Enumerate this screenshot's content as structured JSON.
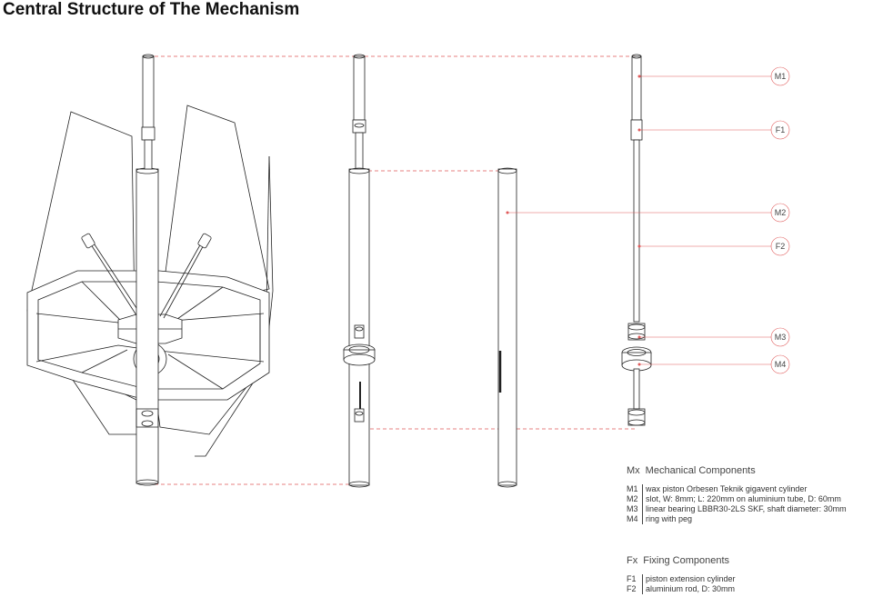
{
  "title": "Central Structure of The Mechanism",
  "callouts": [
    "M1",
    "F1",
    "M2",
    "F2",
    "M3",
    "M4"
  ],
  "colors": {
    "accent": "#e05a5a",
    "line": "#222222"
  },
  "mechanical": {
    "code": "Mx",
    "heading": "Mechanical Components",
    "items": [
      {
        "code": "M1",
        "desc": "wax piston Orbesen Teknik gigavent cylinder"
      },
      {
        "code": "M2",
        "desc": "slot, W: 8mm; L: 220mm on aluminium tube, D: 60mm"
      },
      {
        "code": "M3",
        "desc": "linear bearing LBBR30-2LS SKF, shaft diameter: 30mm"
      },
      {
        "code": "M4",
        "desc": "ring with peg"
      }
    ]
  },
  "fixing": {
    "code": "Fx",
    "heading": "Fixing Components",
    "items": [
      {
        "code": "F1",
        "desc": "piston extension cylinder"
      },
      {
        "code": "F2",
        "desc": "aluminium rod, D: 30mm"
      }
    ]
  }
}
